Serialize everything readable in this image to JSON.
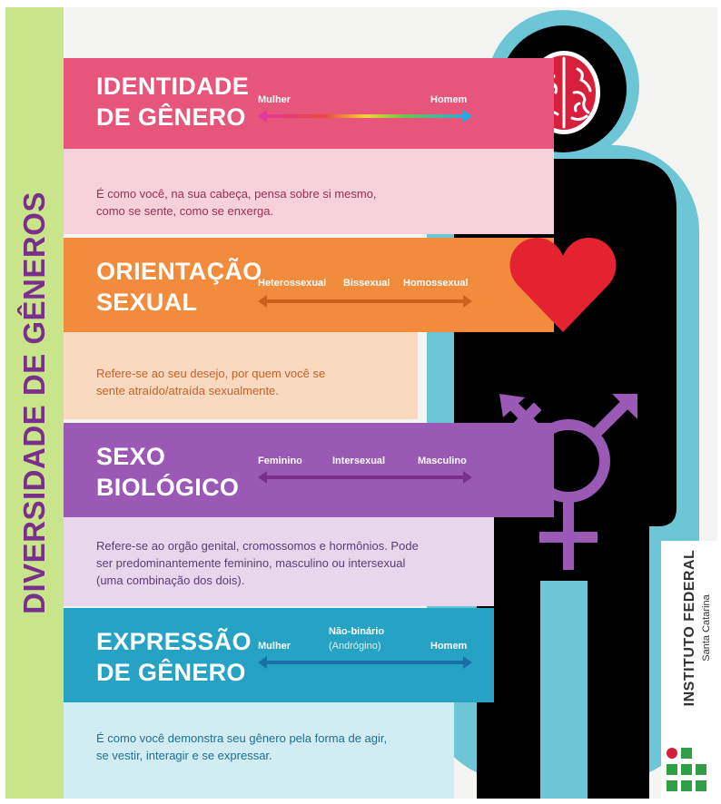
{
  "side_title": "DIVERSIDADE DE GÊNEROS",
  "sections": [
    {
      "title_line1": "IDENTIDADE",
      "title_line2": "DE GÊNERO",
      "labels": [
        "Mulher",
        "Homem"
      ],
      "description": [
        "É como você, na sua cabeça, pensa sobre si mesmo,",
        "como se sente, como se enxerga."
      ],
      "color": "#e8557a"
    },
    {
      "title_line1": "ORIENTAÇÃO",
      "title_line2": "SEXUAL",
      "labels": [
        "Heterossexual",
        "Bissexual",
        "Homossexual"
      ],
      "description": [
        "Refere-se ao seu desejo, por quem você se",
        "sente atraído/atraída sexualmente."
      ],
      "color": "#f28c3c"
    },
    {
      "title_line1": "SEXO",
      "title_line2": "BIOLÓGICO",
      "labels": [
        "Feminino",
        "Intersexual",
        "Masculino"
      ],
      "description": [
        "Refere-se ao orgão genital, cromossomos e hormônios. Pode",
        "ser predominantemente feminino, masculino ou intersexual",
        "(uma combinação dos dois)."
      ],
      "color": "#9b59b6"
    },
    {
      "title_line1": "EXPRESSÃO",
      "title_line2": "DE GÊNERO",
      "labels": [
        "Mulher",
        "Não-binário",
        "(Andrógino)",
        "Homem"
      ],
      "description": [
        "É como você demonstra seu gênero pela forma de agir,",
        "se vestir, interagir e se expressar."
      ],
      "color": "#26a3c4"
    }
  ],
  "institution": {
    "name": "INSTITUTO FEDERAL",
    "campus": "Santa Catarina"
  }
}
